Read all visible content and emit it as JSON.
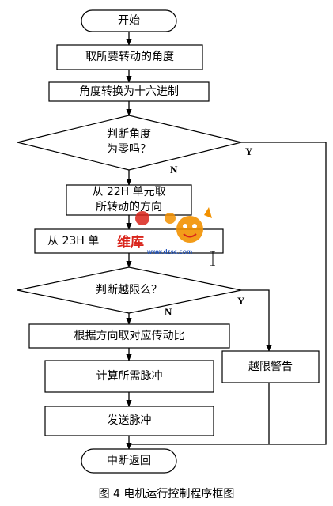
{
  "nodes": {
    "start": "开始",
    "get_angle": "取所要转动的角度",
    "convert_hex": "角度转换为十六进制",
    "check_zero_line1": "判断角度",
    "check_zero_line2": "为零吗？",
    "get_dir_line1": "从 22H 单元取",
    "get_dir_line2": "所转动的方向",
    "get_23h": "从 23H 单",
    "check_limit": "判断越限么？",
    "get_ratio": "根据方向取对应传动比",
    "calc_pulse": "计算所需脉冲",
    "send_pulse": "发送脉冲",
    "limit_warn": "越限警告",
    "end": "中断返回"
  },
  "labels": {
    "yes": "Y",
    "no": "N"
  },
  "caption": "图 4  电机运行控制程序框图",
  "watermark": {
    "logo_text": "维库",
    "url": "www.dzsc.com",
    "colors": {
      "red": "#d9241b",
      "orange": "#f29100",
      "blue": "#1d4fb8"
    }
  },
  "colors": {
    "line": "#000000",
    "background": "#ffffff"
  }
}
